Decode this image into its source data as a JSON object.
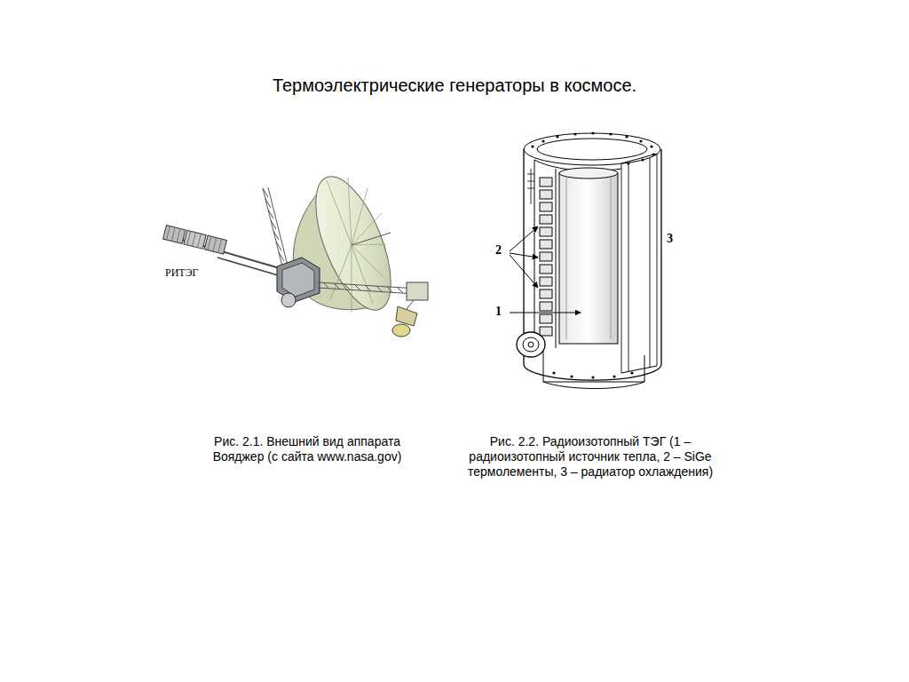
{
  "diagram": {
    "title": "Термоэлектрические генераторы в космосе.",
    "labels": [
      "РИТЭГ",
      "2",
      "1",
      "3",
      "Рис. 2.1. Внешний вид аппарата Вояджер (с сайта www.nasa.gov)",
      "Рис. 2.2. Радиоизотопный ТЭГ (1 – радиоизотопный источник тепла, 2 – SiGe термолементы, 3 – радиатор охлаждения)"
    ]
  }
}
